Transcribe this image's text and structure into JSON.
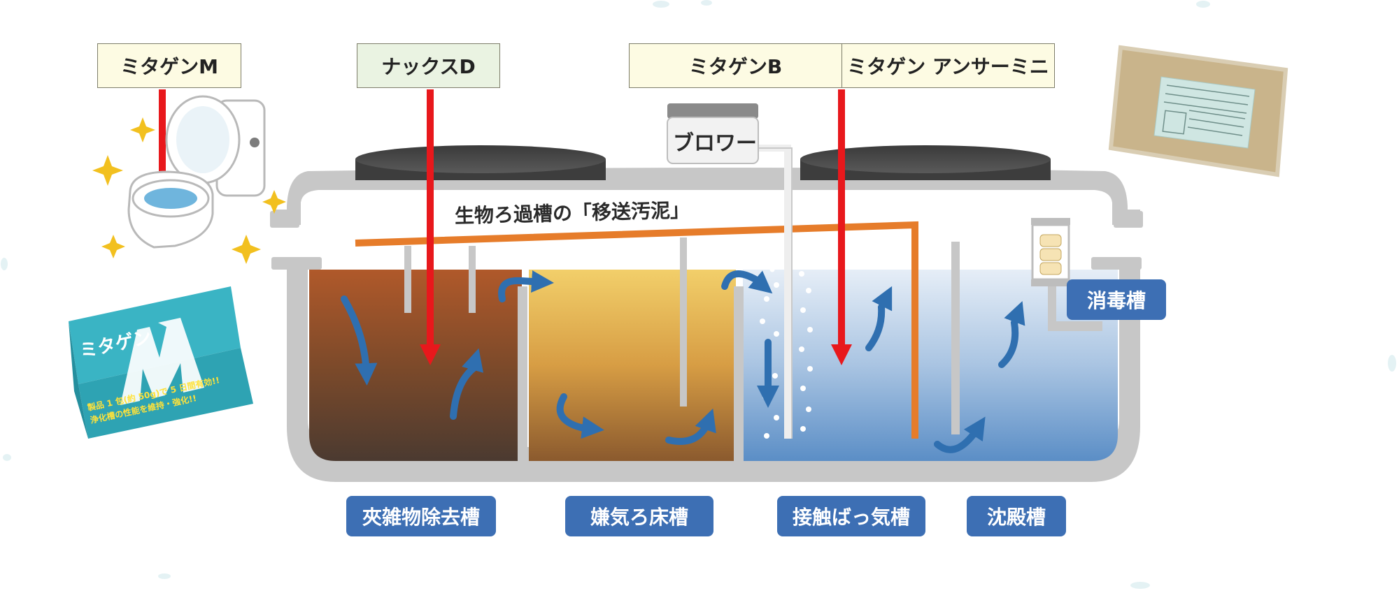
{
  "chemicals": {
    "mitagen_m": "ミタゲンM",
    "nax_d": "ナックスD",
    "mitagen_b": "ミタゲンB",
    "mitagen_answer_mini": "ミタゲン アンサーミニ"
  },
  "blower": "ブロワー",
  "sludge_transfer": "生物ろ過槽の「移送汚泥」",
  "tanks": {
    "t1": "夾雑物除去槽",
    "t2": "嫌気ろ床槽",
    "t3": "接触ばっ気槽",
    "t4": "沈殿槽",
    "t5": "消毒槽"
  },
  "product_box": {
    "brand": "ミタゲン",
    "letter": "M",
    "slogan_line1": "製品 1 包(約 50g)で 5 日間有効!!",
    "slogan_line2": "浄化槽の性能を維持・強化!!"
  },
  "colors": {
    "arrow_red": "#e8181c",
    "pipe_orange": "#e67c2a",
    "flow_blue": "#2f6fb0",
    "label_blue": "#3d6fb4",
    "tank_gray": "#c7c7c7",
    "chem_box_yellow": "#fdfbe3",
    "chem_box_green": "#eaf3e2"
  }
}
